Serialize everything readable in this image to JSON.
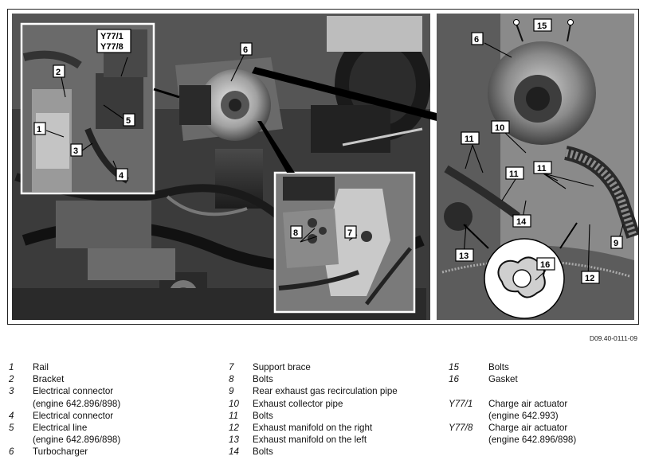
{
  "document_id": "D09.40-0111-09",
  "callouts": {
    "y77_1": "Y77/1",
    "y77_8": "Y77/8",
    "n1": "1",
    "n2": "2",
    "n3": "3",
    "n4": "4",
    "n5": "5",
    "n6a": "6",
    "n6b": "6",
    "n7": "7",
    "n8": "8",
    "n9": "9",
    "n10": "10",
    "n11a": "11",
    "n11b": "11",
    "n11c": "11",
    "n12": "12",
    "n13": "13",
    "n14": "14",
    "n15": "15",
    "n16": "16"
  },
  "legend": {
    "col1": [
      {
        "num": "1",
        "text": "Rail"
      },
      {
        "num": "2",
        "text": "Bracket"
      },
      {
        "num": "3",
        "text": "Electrical connector",
        "cont": "(engine 642.896/898)"
      },
      {
        "num": "4",
        "text": "Electrical connector"
      },
      {
        "num": "5",
        "text": "Electrical line",
        "cont": "(engine 642.896/898)"
      },
      {
        "num": "6",
        "text": "Turbocharger"
      }
    ],
    "col2": [
      {
        "num": "7",
        "text": "Support brace"
      },
      {
        "num": "8",
        "text": "Bolts"
      },
      {
        "num": "9",
        "text": "Rear exhaust gas recirculation pipe"
      },
      {
        "num": "10",
        "text": "Exhaust collector pipe"
      },
      {
        "num": "11",
        "text": "Bolts"
      },
      {
        "num": "12",
        "text": "Exhaust manifold on the right"
      },
      {
        "num": "13",
        "text": "Exhaust manifold on the left"
      },
      {
        "num": "14",
        "text": "Bolts"
      }
    ],
    "col3": [
      {
        "num": "15",
        "text": "Bolts"
      },
      {
        "num": "16",
        "text": "Gasket"
      },
      {
        "num": "",
        "text": ""
      },
      {
        "num": "Y77/1",
        "text": "Charge air actuator",
        "cont": "(engine 642.993)"
      },
      {
        "num": "Y77/8",
        "text": "Charge air actuator",
        "cont": "(engine 642.896/898)"
      }
    ]
  }
}
